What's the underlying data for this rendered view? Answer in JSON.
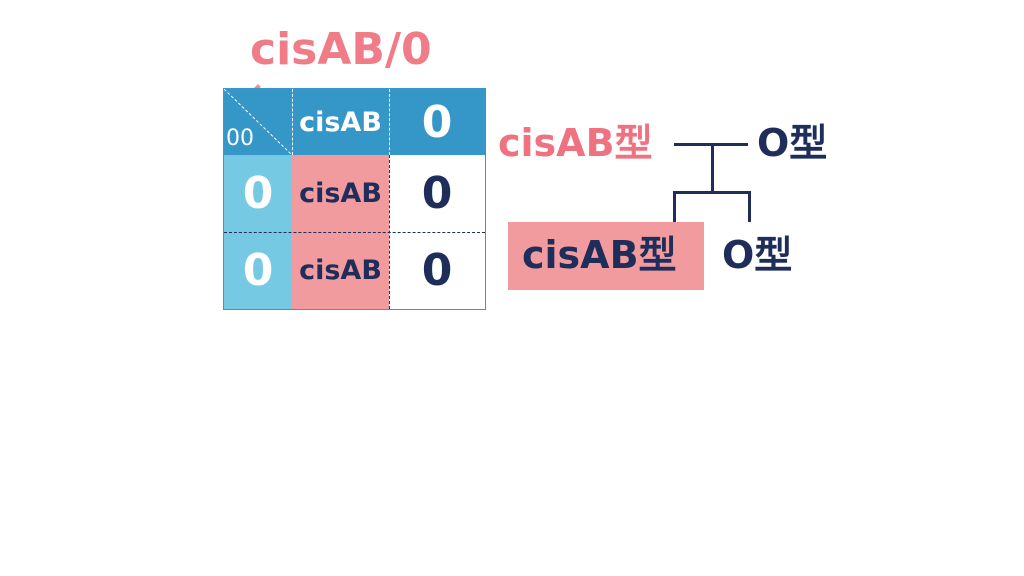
{
  "diagram": {
    "title": "cisAB/0",
    "table": {
      "corner_label": "00",
      "header_row": [
        "cisAB",
        "0"
      ],
      "rows": [
        {
          "left": "0",
          "cells": [
            "cisAB",
            "0"
          ]
        },
        {
          "left": "0",
          "cells": [
            "cisAB",
            "0"
          ]
        }
      ]
    },
    "tree": {
      "parent_left": "cisAB型",
      "parent_right": "O型",
      "children": [
        {
          "label": "cisAB型",
          "highlighted": true
        },
        {
          "label": "O型",
          "highlighted": false
        }
      ]
    },
    "colors": {
      "title_pink": "#ef7c86",
      "header_blue": "#3596c8",
      "light_blue": "#75c9e3",
      "pink_fill": "#f19b9f",
      "navy": "#1f2d5a"
    }
  }
}
